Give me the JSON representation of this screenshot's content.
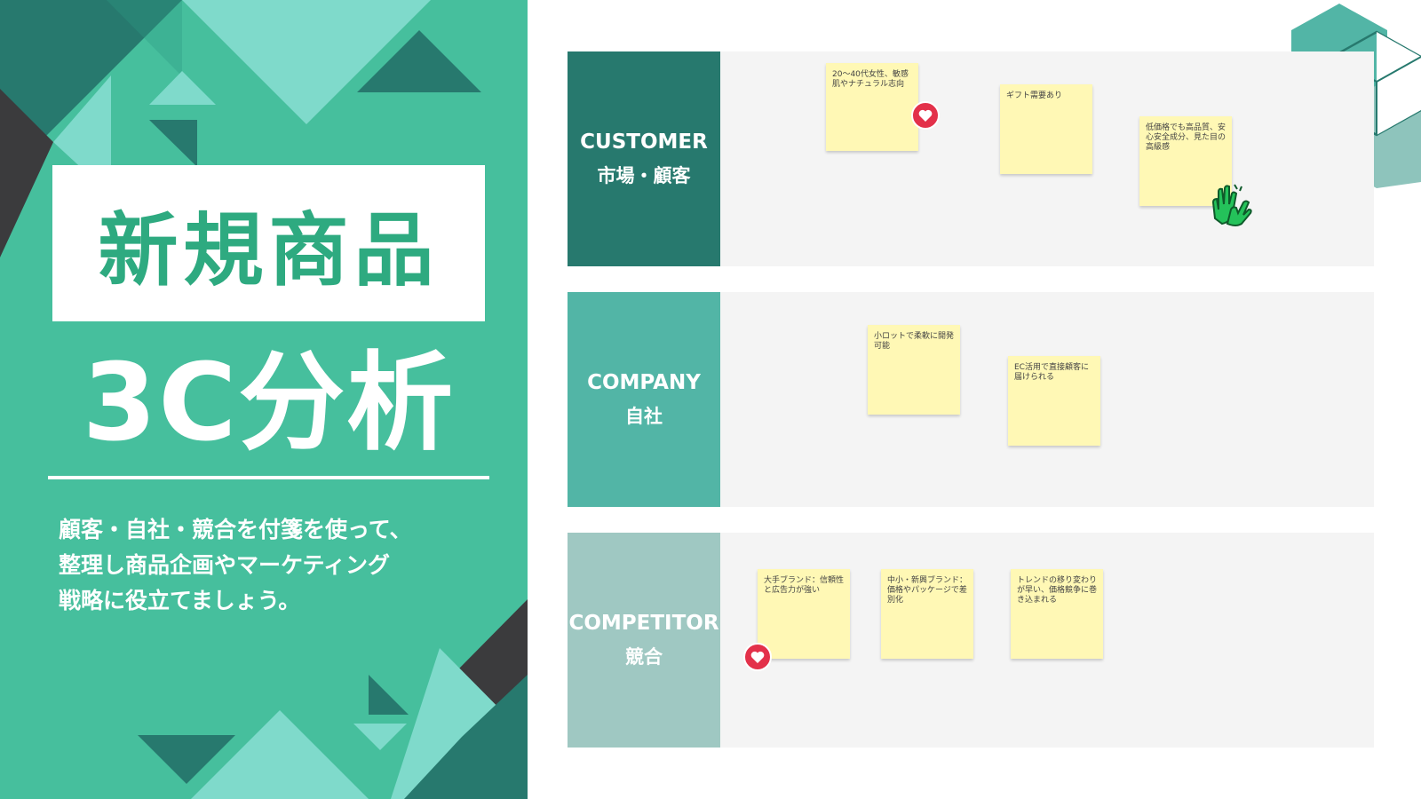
{
  "left": {
    "title": "新規商品",
    "subtitle": "3C分析",
    "description": [
      "顧客・自社・競合を付箋を使って、",
      "整理し商品企画やマーケティング",
      "戦略に役立てましょう。"
    ]
  },
  "rows": [
    {
      "label_en": "CUSTOMER",
      "label_jp": "市場・顧客",
      "color": "#27796e",
      "notes": [
        "20〜40代女性、敏感肌やナチュラル志向",
        "ギフト需要あり",
        "低価格でも高品質、安心安全成分、見た目の高級感"
      ]
    },
    {
      "label_en": "COMPANY",
      "label_jp": "自社",
      "color": "#52b5a6",
      "notes": [
        "小ロットで柔軟に開発可能",
        "EC活用で直接顧客に届けられる"
      ]
    },
    {
      "label_en": "COMPETITOR",
      "label_jp": "競合",
      "color": "#9fc8c2",
      "notes": [
        "大手ブランド：信頼性と広告力が強い",
        "中小・新興ブランド：価格やパッケージで差別化",
        "トレンドの移り変わりが早い、価格競争に巻き込まれる"
      ]
    }
  ],
  "colors": {
    "panel": "#46bf9d",
    "title_text": "#2eaa80",
    "sticky": "#fff8b5",
    "board": "#f4f4f4"
  },
  "icons": [
    "heart-reaction-icon",
    "high-five-reaction-icon",
    "hexagon-cube-decoration"
  ]
}
